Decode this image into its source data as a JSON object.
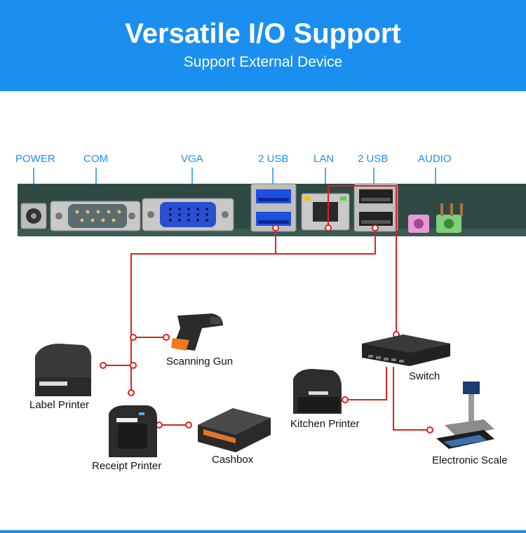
{
  "header": {
    "title": "Versatile I/O Support",
    "subtitle": "Support External Device",
    "color": "#1a8ff0"
  },
  "ports": {
    "power": "POWER",
    "com": "COM",
    "vga": "VGA",
    "usb_left": "2 USB",
    "lan": "LAN",
    "usb_right": "2 USB",
    "audio": "AUDIO"
  },
  "devices": {
    "scanning_gun": "Scanning Gun",
    "label_printer": "Label Printer",
    "receipt_printer": "Receipt Printer",
    "cashbox": "Cashbox",
    "switch": "Switch",
    "kitchen_printer": "Kitchen Printer",
    "electronic_scale": "Electronic Scale"
  },
  "colors": {
    "connector_line": "#e02020",
    "label_text": "#1a8ff0"
  }
}
